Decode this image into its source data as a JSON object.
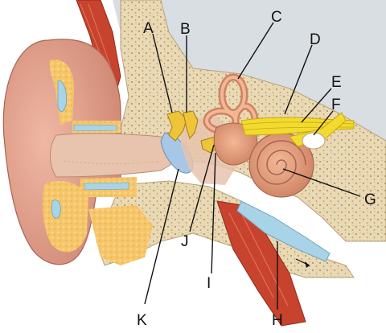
{
  "labels": {
    "A": "A",
    "B": "B",
    "C": "C",
    "D": "D",
    "E": "E",
    "F": "F",
    "G": "G",
    "H": "H",
    "I": "I",
    "J": "J",
    "K": "K"
  },
  "colors": {
    "skin": "#e7a792",
    "skin_dark": "#c77c6a",
    "bone": "#e9d9b4",
    "bone_dots": "#b59a6e",
    "fat": "#f6c66a",
    "cartilage": "#a9d3e6",
    "canal": "#e8c3ae",
    "cochlea": "#e39f7e",
    "nerve": "#f3da2e",
    "ossicle": "#edc43a",
    "eardrum": "#a8c6e6",
    "muscle": "#c8432e",
    "skull_grey": "#d9dee2"
  }
}
